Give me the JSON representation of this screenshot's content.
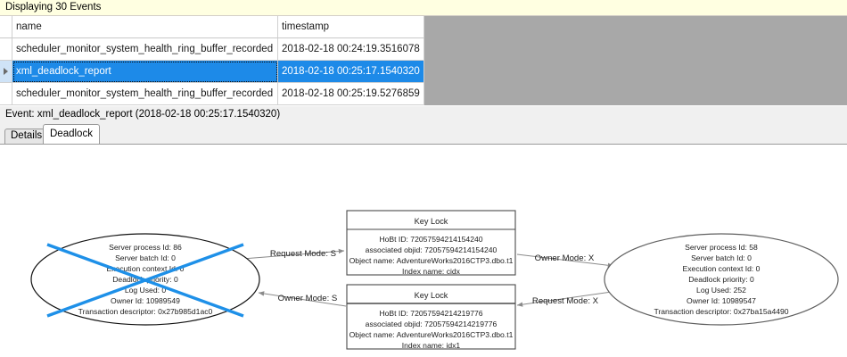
{
  "banner": {
    "text": "Displaying 30 Events"
  },
  "grid": {
    "columns": [
      "",
      "name",
      "timestamp"
    ],
    "row_marker_icon": "row-selector-arrow-icon",
    "rows": [
      {
        "marker": "",
        "name": "scheduler_monitor_system_health_ring_buffer_recorded",
        "timestamp": "2018-02-18 00:24:19.3516078",
        "selected": false
      },
      {
        "marker": "▶",
        "name": "xml_deadlock_report",
        "timestamp": "2018-02-18 00:25:17.1540320",
        "selected": true
      },
      {
        "marker": "",
        "name": "scheduler_monitor_system_health_ring_buffer_recorded",
        "timestamp": "2018-02-18 00:25:19.5276859",
        "selected": false
      }
    ]
  },
  "event_header": {
    "text": "Event: xml_deadlock_report (2018-02-18 00:25:17.1540320)"
  },
  "tabs": [
    {
      "label": "Details",
      "selected": false
    },
    {
      "label": "Deadlock",
      "selected": true
    }
  ],
  "deadlock_graph": {
    "victim_process": {
      "lines": [
        "Server process Id: 86",
        "Server batch Id: 0",
        "Execution context Id: 0",
        "Deadlock priority: 0",
        "Log Used: 0",
        "Owner Id: 10989549",
        "Transaction descriptor: 0x27b985d1ac0"
      ],
      "is_victim": true,
      "victim_cross_color": "#1e90e8"
    },
    "surviving_process": {
      "lines": [
        "Server process Id: 58",
        "Server batch Id: 0",
        "Execution context Id: 0",
        "Deadlock priority: 0",
        "Log Used: 252",
        "Owner Id: 10989547",
        "Transaction descriptor: 0x27ba15a4490"
      ],
      "is_victim": false
    },
    "resource_top": {
      "title": "Key Lock",
      "lines": [
        "HoBt ID: 72057594214154240",
        "associated objid: 72057594214154240",
        "Object name: AdventureWorks2016CTP3.dbo.t1",
        "Index name: cidx"
      ]
    },
    "resource_bottom": {
      "title": "Key Lock",
      "lines": [
        "HoBt ID: 72057594214219776",
        "associated objid: 72057594214219776",
        "Object name: AdventureWorks2016CTP3.dbo.t1",
        "Index name: idx1"
      ]
    },
    "edges": [
      {
        "label": "Request Mode: S",
        "from": "victim_process",
        "to": "resource_top"
      },
      {
        "label": "Owner Mode: S",
        "from": "resource_bottom",
        "to": "victim_process"
      },
      {
        "label": "Owner Mode: X",
        "from": "resource_top",
        "to": "surviving_process"
      },
      {
        "label": "Request Mode: X",
        "from": "surviving_process",
        "to": "resource_bottom"
      }
    ]
  }
}
